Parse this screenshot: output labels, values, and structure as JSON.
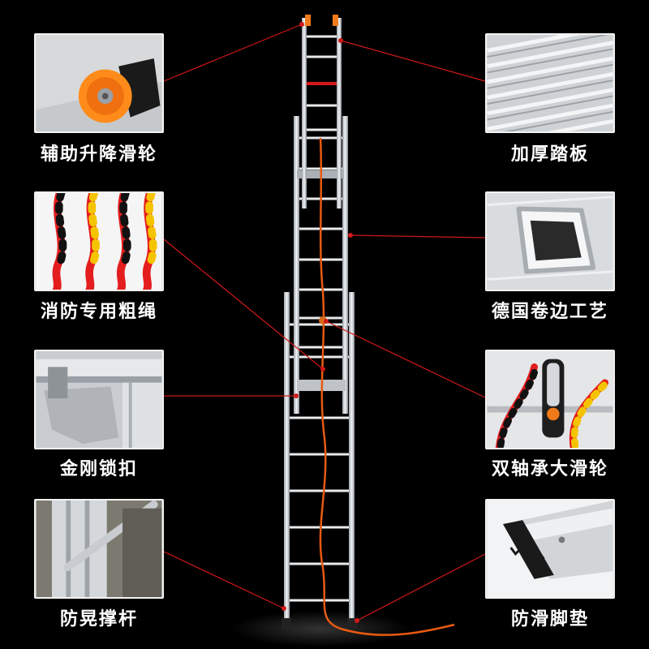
{
  "features": {
    "left": [
      {
        "label": "辅助升降滑轮",
        "icon": "pulley-wheel-icon"
      },
      {
        "label": "消防专用粗绳",
        "icon": "rope-icon"
      },
      {
        "label": "金刚锁扣",
        "icon": "lock-latch-icon"
      },
      {
        "label": "防晃撑杆",
        "icon": "stabilizer-bar-icon"
      }
    ],
    "right": [
      {
        "label": "加厚踏板",
        "icon": "tread-icon"
      },
      {
        "label": "德国卷边工艺",
        "icon": "rolled-edge-icon"
      },
      {
        "label": "双轴承大滑轮",
        "icon": "double-pulley-icon"
      },
      {
        "label": "防滑脚垫",
        "icon": "anti-slip-foot-icon"
      }
    ]
  },
  "colors": {
    "background": "#000000",
    "leader_line": "#d01818",
    "rope": "#e85a12",
    "accent": "#f07a1a"
  }
}
